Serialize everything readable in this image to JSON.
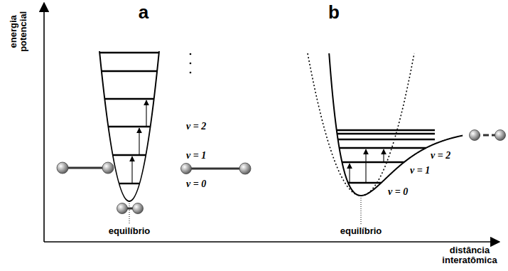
{
  "diagram": {
    "labels": [
      "energia potencial",
      "a",
      "b",
      "v = 2",
      "v = 1",
      "v = 0",
      "v = 2",
      "v = 1",
      "v = 0",
      "equilíbrio",
      "equilíbrio",
      "distância interatômica"
    ]
  }
}
